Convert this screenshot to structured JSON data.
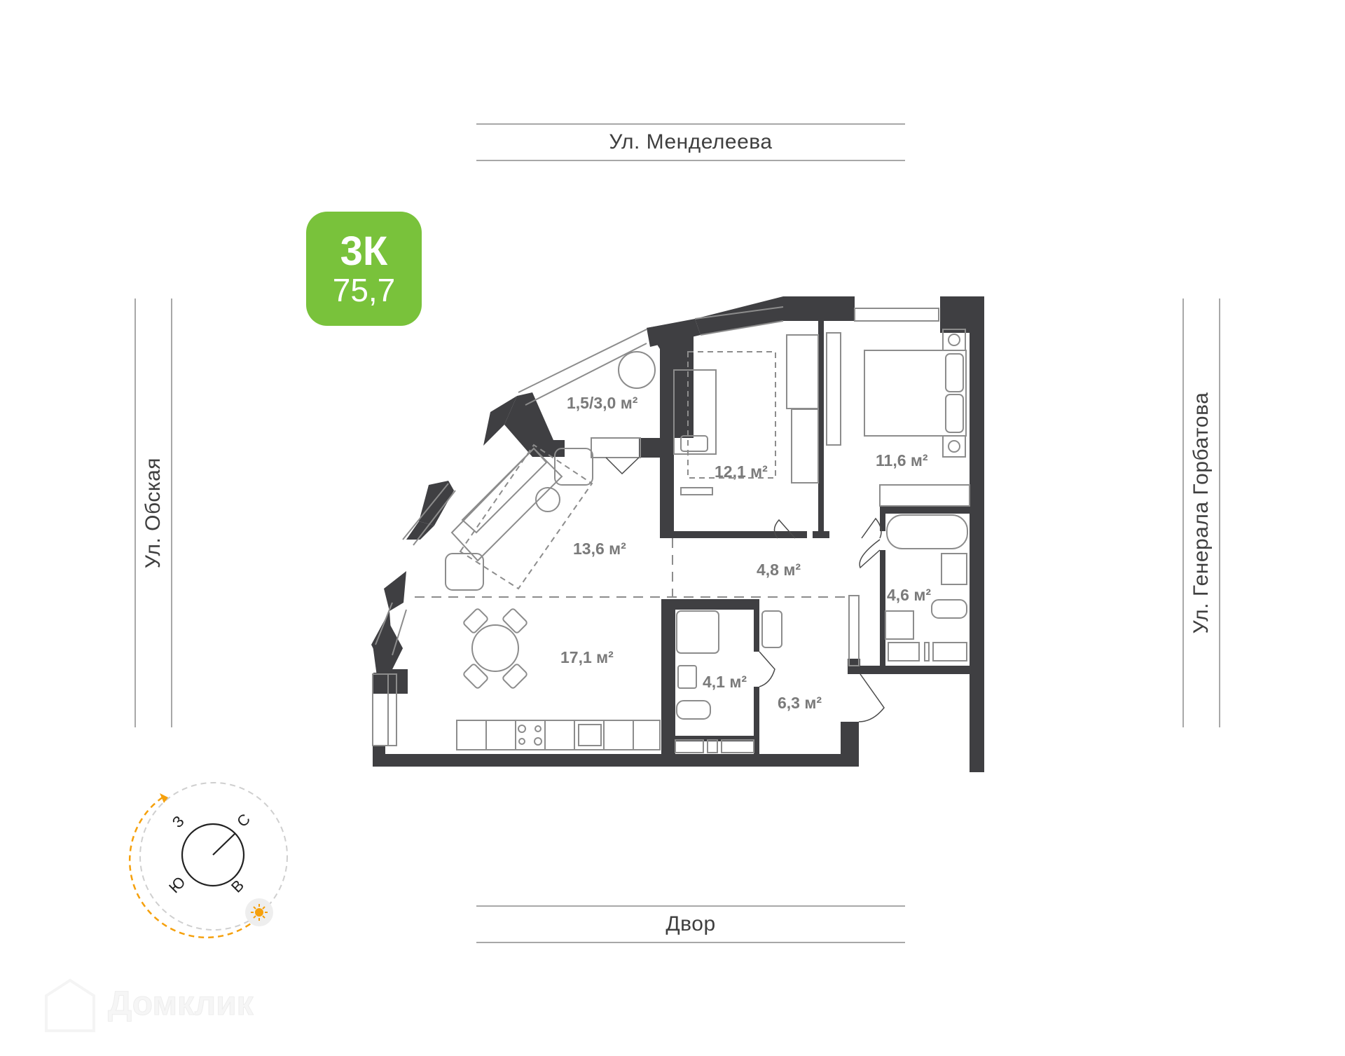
{
  "apartment": {
    "type": "3К",
    "total_area": "75,7",
    "badge_color": "#79c23b"
  },
  "streets": {
    "top": "Ул. Менделеева",
    "bottom": "Двор",
    "left": "Ул. Обская",
    "right": "Ул. Генерала Горбатова"
  },
  "rooms": [
    {
      "name": "balcony",
      "area": "1,5/3,0 м²"
    },
    {
      "name": "bedroom-child",
      "area": "12,1 м²"
    },
    {
      "name": "bedroom-master",
      "area": "11,6 м²"
    },
    {
      "name": "living-room",
      "area": "13,6 м²"
    },
    {
      "name": "corridor",
      "area": "4,8 м²"
    },
    {
      "name": "bathroom-main",
      "area": "4,6 м²"
    },
    {
      "name": "kitchen-dining",
      "area": "17,1 м²"
    },
    {
      "name": "bathroom-guest",
      "area": "4,1 м²"
    },
    {
      "name": "entrance-hall",
      "area": "6,3 м²"
    }
  ],
  "compass": {
    "north": "С",
    "east": "В",
    "south": "Ю",
    "west": "З",
    "sun_color": "#f5a00c"
  },
  "watermark": {
    "brand": "Домклик"
  },
  "colors": {
    "wall": "#3f3f42",
    "line": "#8c8c8c",
    "text": "#3f3f3f",
    "area_text": "#7a7a7a"
  }
}
